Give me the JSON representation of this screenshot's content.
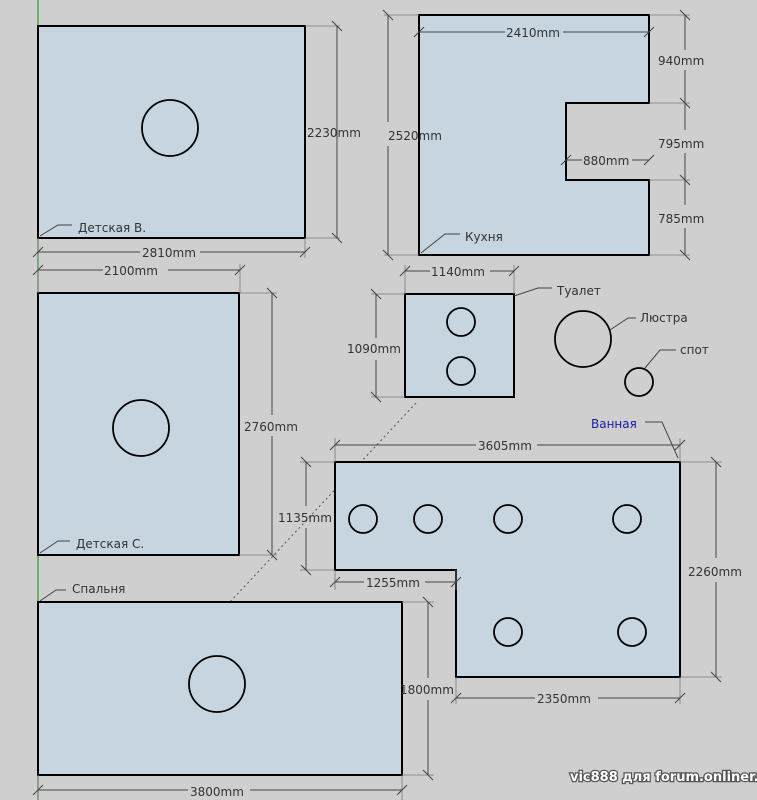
{
  "rooms": {
    "detskaya_v": {
      "label": "Детская В.",
      "width": "2810mm",
      "height": "2230mm"
    },
    "kitchen": {
      "label": "Кухня",
      "width": "2410mm",
      "height": "2520mm",
      "seg1": "940mm",
      "seg2": "795mm",
      "seg3": "785mm",
      "notch": "880mm"
    },
    "detskaya_s": {
      "label": "Детская С.",
      "width": "2100mm",
      "height": "2760mm"
    },
    "toilet": {
      "label": "Туалет",
      "width": "1140mm",
      "height": "1090mm"
    },
    "bathroom": {
      "label": "Ванная",
      "width": "3605mm",
      "height": "2260mm",
      "left_height": "1135mm",
      "step": "1255mm",
      "bottom": "2350mm"
    },
    "bedroom": {
      "label": "Спальня",
      "width": "3800mm",
      "height": "1800mm"
    }
  },
  "legend": {
    "chandelier": "Люстра",
    "spot": "спот"
  },
  "colors": {
    "room_fill": "#c6d5df",
    "background": "#cfcfcf",
    "axis": "#2e9a2e",
    "bathroom_label": "#1a1aa8"
  },
  "watermark": "vic888 для forum.onliner.by"
}
